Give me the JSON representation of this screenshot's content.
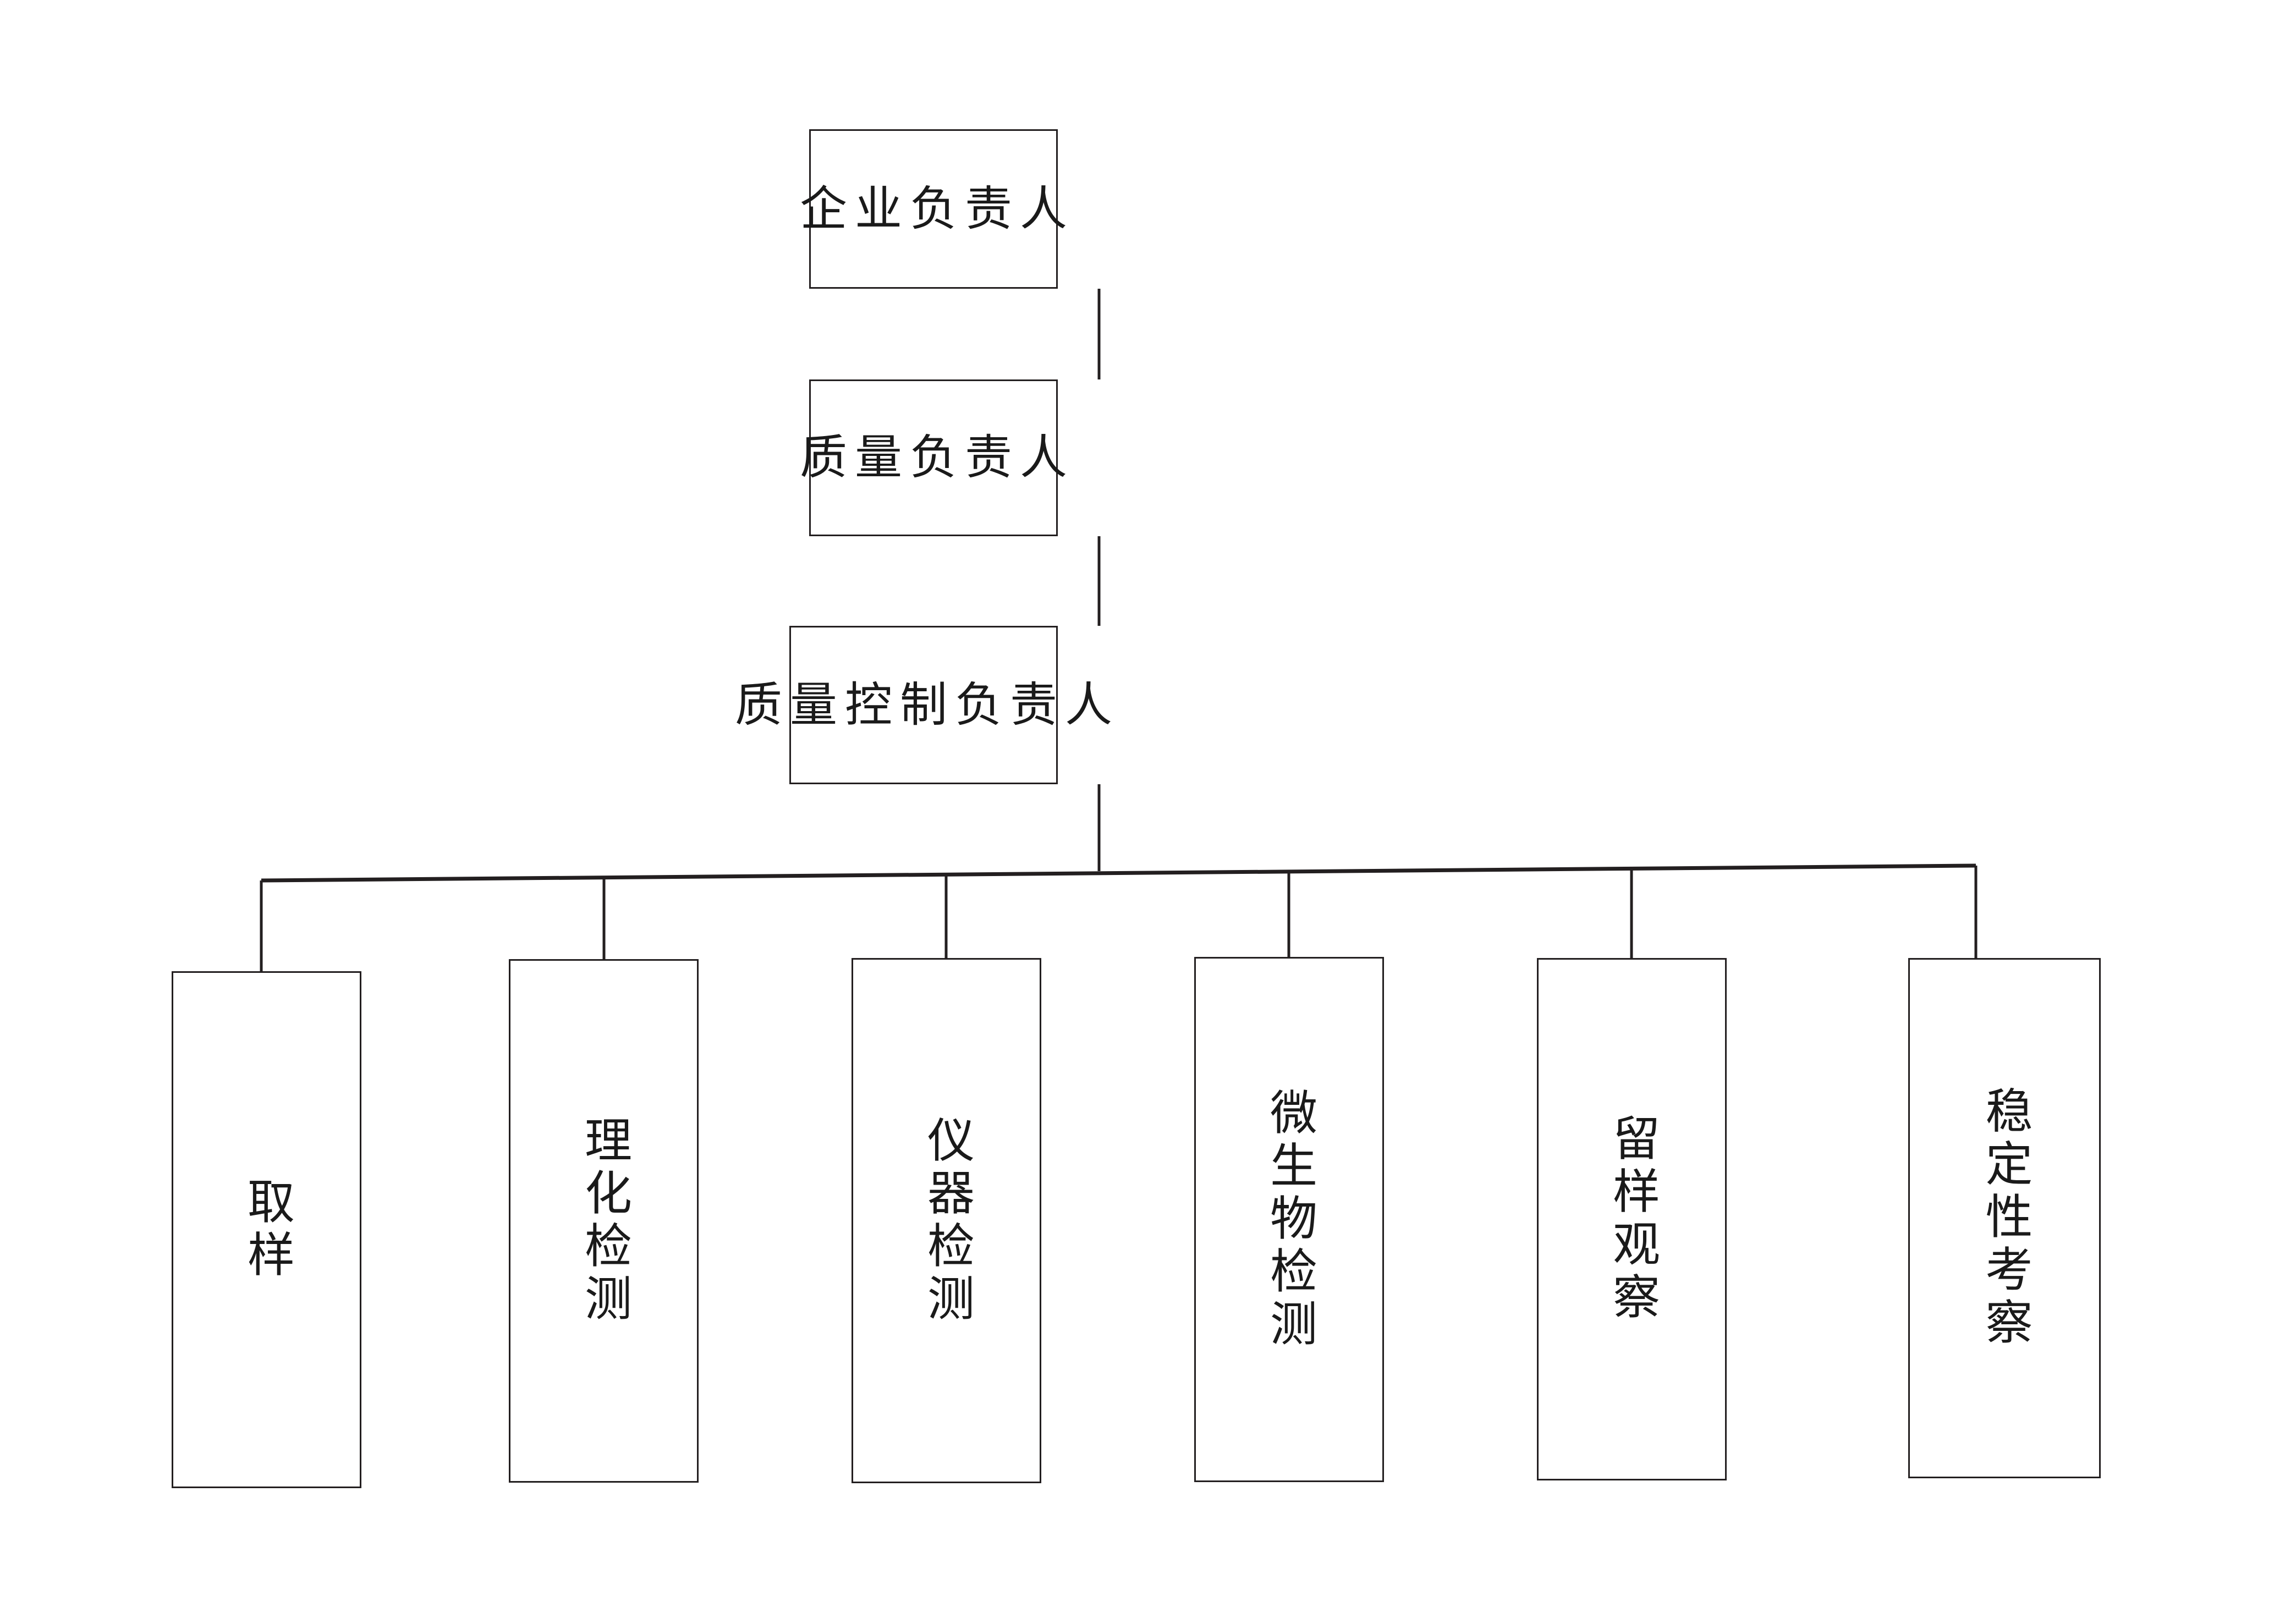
{
  "diagram": {
    "type": "org-chart",
    "orientation": "top-down",
    "title_present": false,
    "colors": {
      "background": "#ffffff",
      "box_border": "#231f20",
      "connector": "#231f20",
      "text": "#1a1a1a"
    },
    "levels": [
      {
        "level": 1,
        "nodes": [
          {
            "id": "enterprise-manager",
            "label": "企业负责人",
            "text_direction": "horizontal"
          }
        ]
      },
      {
        "level": 2,
        "nodes": [
          {
            "id": "quality-manager",
            "label": "质量负责人",
            "text_direction": "horizontal"
          }
        ]
      },
      {
        "level": 3,
        "nodes": [
          {
            "id": "quality-control-manager",
            "label": "质量控制负责人",
            "text_direction": "horizontal"
          }
        ]
      },
      {
        "level": 4,
        "nodes": [
          {
            "id": "sampling",
            "label": "取样",
            "text_direction": "vertical"
          },
          {
            "id": "physchem-testing",
            "label": "理化检测",
            "text_direction": "vertical"
          },
          {
            "id": "instrument-testing",
            "label": "仪器检测",
            "text_direction": "vertical"
          },
          {
            "id": "microbiology-testing",
            "label": "微生物检测",
            "text_direction": "vertical"
          },
          {
            "id": "retained-sample-observation",
            "label": "留样观察",
            "text_direction": "vertical"
          },
          {
            "id": "stability-study",
            "label": "稳定性考察",
            "text_direction": "vertical"
          }
        ]
      }
    ],
    "edges": [
      {
        "from": "enterprise-manager",
        "to": "quality-manager"
      },
      {
        "from": "quality-manager",
        "to": "quality-control-manager"
      },
      {
        "from": "quality-control-manager",
        "to": "sampling"
      },
      {
        "from": "quality-control-manager",
        "to": "physchem-testing"
      },
      {
        "from": "quality-control-manager",
        "to": "instrument-testing"
      },
      {
        "from": "quality-control-manager",
        "to": "microbiology-testing"
      },
      {
        "from": "quality-control-manager",
        "to": "retained-sample-observation"
      },
      {
        "from": "quality-control-manager",
        "to": "stability-study"
      }
    ]
  }
}
